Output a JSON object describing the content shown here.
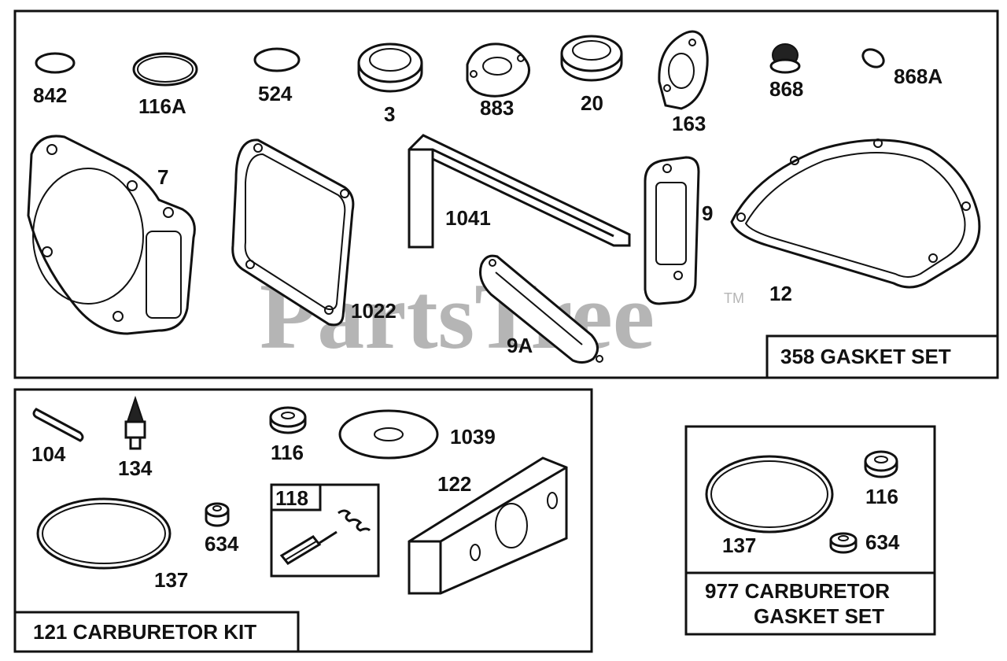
{
  "watermark": {
    "text": "PartsTree",
    "trademark": "TM"
  },
  "kits": {
    "gasket_set": {
      "title": "358 GASKET SET"
    },
    "carburetor_kit": {
      "title": "121 CARBURETOR KIT"
    },
    "carb_gasket_set": {
      "title_line1": "977 CARBURETOR",
      "title_line2": "GASKET SET"
    }
  },
  "parts": {
    "p842": "842",
    "p116A": "116A",
    "p524": "524",
    "p3": "3",
    "p883": "883",
    "p20": "20",
    "p163": "163",
    "p868": "868",
    "p868A": "868A",
    "p7": "7",
    "p1022": "1022",
    "p1041": "1041",
    "p9": "9",
    "p9A": "9A",
    "p12": "12",
    "p104": "104",
    "p134": "134",
    "p116": "116",
    "p1039": "1039",
    "p118": "118",
    "p122": "122",
    "p634": "634",
    "p137": "137",
    "c116": "116",
    "c634": "634",
    "c137": "137"
  }
}
